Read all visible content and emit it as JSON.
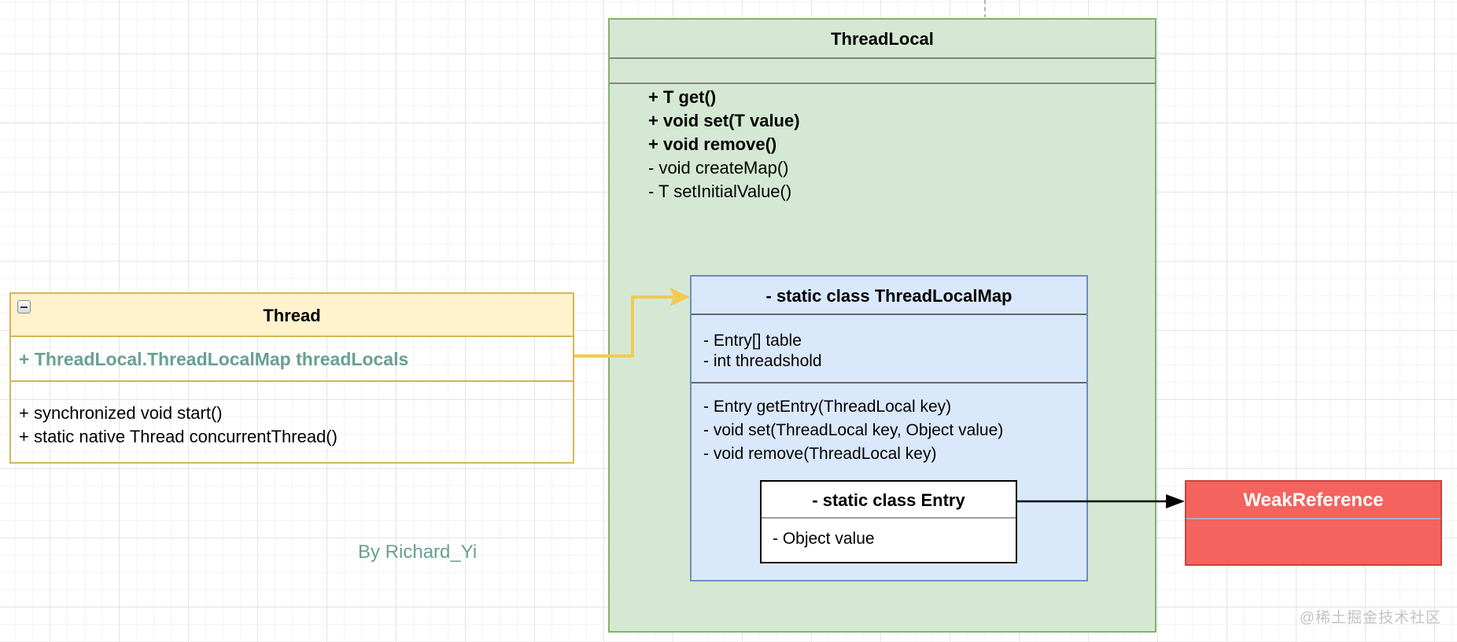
{
  "canvas": {
    "credit": "By Richard_Yi",
    "watermark": "@稀土掘金技术社区"
  },
  "classes": {
    "threadlocal": {
      "title": "ThreadLocal",
      "methods": [
        "+ T get()",
        "+ void set(T value)",
        "+ void remove()",
        "- void createMap()",
        "- T setInitialValue()"
      ],
      "colors": {
        "fill": "#d5e8d4",
        "border": "#82b366",
        "divider": "#848484"
      }
    },
    "thread": {
      "title": "Thread",
      "attributes": [
        "+ ThreadLocal.ThreadLocalMap threadLocals"
      ],
      "methods": [
        "+ synchronized void start()",
        "+ static native Thread concurrentThread()"
      ],
      "colors": {
        "fill": "#fff2cc",
        "border": "#d6b656",
        "attribute_text": "#69a091"
      }
    },
    "threadlocalmap": {
      "title": "- static class ThreadLocalMap",
      "attributes": [
        "- Entry[] table",
        "- int threadshold"
      ],
      "methods": [
        "- Entry getEntry(ThreadLocal key)",
        "- void set(ThreadLocal key, Object value)",
        "- void remove(ThreadLocal key)"
      ],
      "colors": {
        "fill": "#dae8fc",
        "border": "#6c8ebf",
        "divider": "#676767"
      }
    },
    "entry": {
      "title": "- static class Entry",
      "attributes": [
        "- Object value"
      ],
      "colors": {
        "fill": "#ffffff",
        "border": "#000000"
      }
    },
    "weakreference": {
      "title": "WeakReference",
      "colors": {
        "fill": "#f4635e",
        "border": "#c8433f",
        "title_text": "#ffffff"
      }
    }
  },
  "connectors": [
    {
      "name": "thread-to-threadlocalmap",
      "from": "Thread.threadLocals",
      "to": "ThreadLocalMap",
      "color": "#f2c952",
      "style": "elbow-arrow"
    },
    {
      "name": "entry-to-weakreference",
      "from": "Entry",
      "to": "WeakReference",
      "color": "#000000",
      "style": "straight-arrow"
    }
  ]
}
